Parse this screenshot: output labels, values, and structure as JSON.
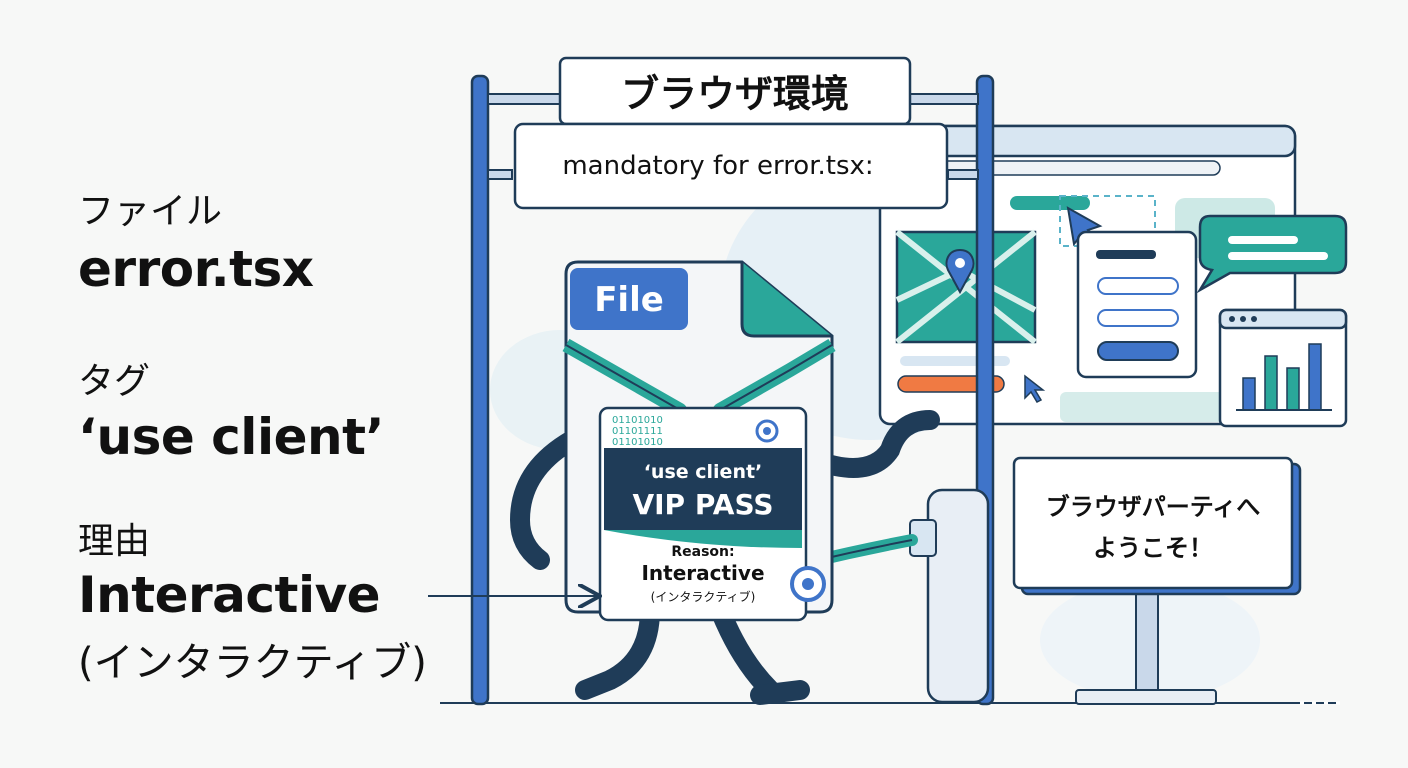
{
  "left_panel": {
    "file_label": "ファイル",
    "file_value": "error.tsx",
    "tag_label": "タグ",
    "tag_value": "‘use client’",
    "reason_label": "理由",
    "reason_value": "Interactive",
    "reason_value_jp": "(インタラクティブ)"
  },
  "gate": {
    "sign_title": "ブラウザ環境",
    "sign_subtitle": "mandatory for error.tsx:"
  },
  "character": {
    "file_tab": "File",
    "badge_binary": [
      "01101010",
      "01101111",
      "01101010"
    ],
    "badge_line1": "‘use client’",
    "badge_line2": "VIP PASS",
    "badge_reason_label": "Reason:",
    "badge_reason": "Interactive",
    "badge_reason_jp": "(インタラクティブ)"
  },
  "welcome_sign": {
    "line1": "ブラウザパーティへ",
    "line2": "ようこそ！"
  },
  "colors": {
    "blue": "#3f74c9",
    "navy": "#1f3c58",
    "teal": "#2aa79a",
    "orange": "#f07a43",
    "paper": "#ffffff"
  }
}
